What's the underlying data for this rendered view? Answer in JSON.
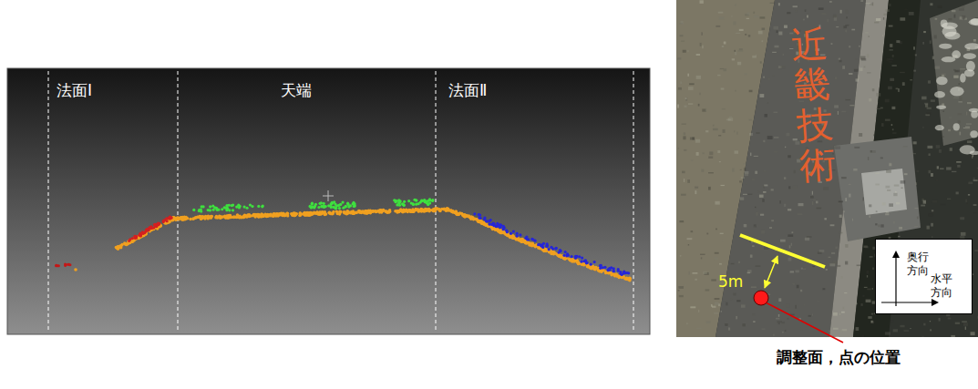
{
  "diagram": {
    "nodes": [
      {
        "text": [
          "奥行 方向",
          "水平 方向"
        ]
      }
    ],
    "labels": [
      "法面Ⅰ",
      "天端",
      "法面Ⅱ",
      "近畿技術",
      "5m",
      "調整面，点の位置"
    ]
  }
}
